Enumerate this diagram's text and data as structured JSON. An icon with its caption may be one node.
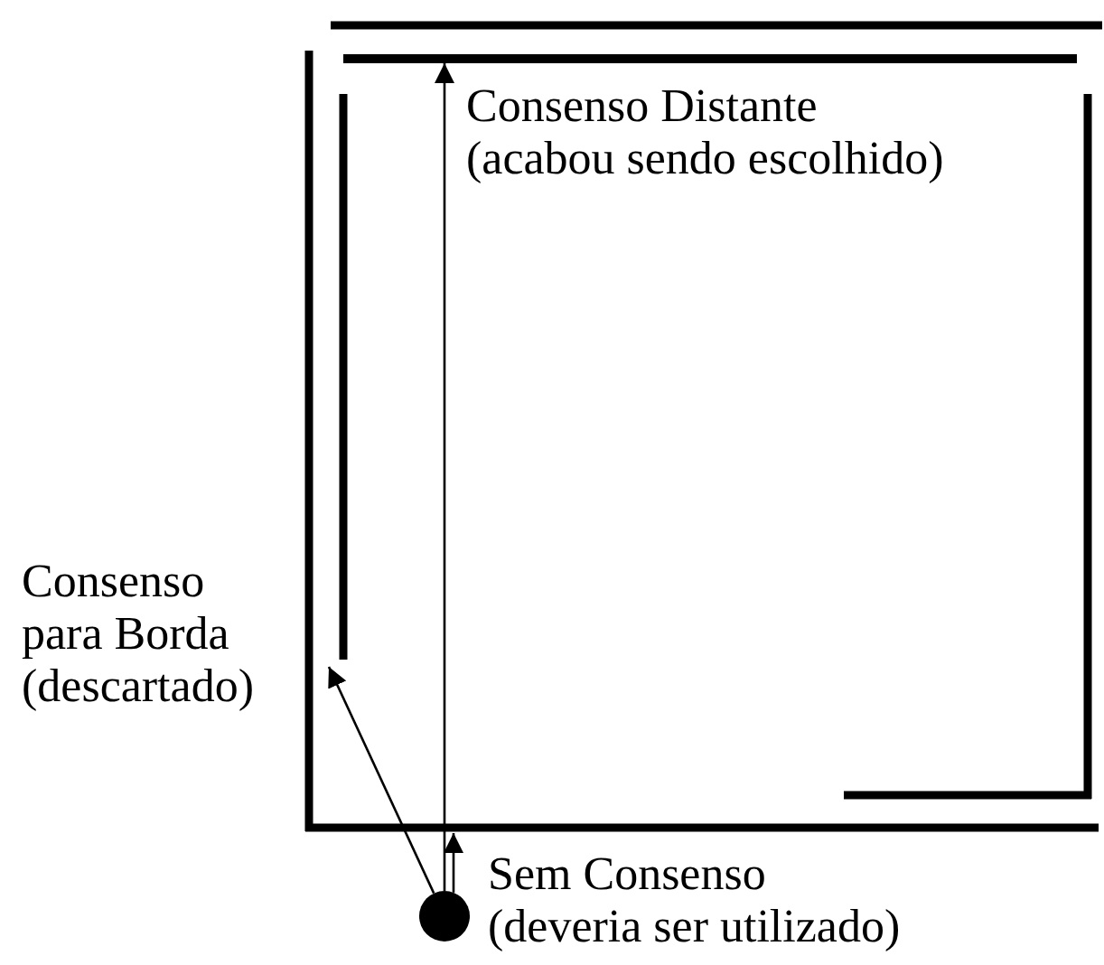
{
  "diagram": {
    "nodes": [
      {
        "text": [],
        "shape": "bar"
      },
      {
        "text": [],
        "shape": "circle"
      }
    ],
    "edges": [
      {
        "from": 1,
        "to": 0,
        "arrow": "to"
      },
      {
        "from": 1,
        "to": null,
        "arrow": "to"
      },
      {
        "from": 1,
        "to": null,
        "arrow": "to"
      }
    ],
    "labels": [
      "Consenso Distante",
      "(acabou sendo escolhido)",
      "Consenso para Borda",
      "(descartado)",
      "Sem Consenso",
      "(deveria ser utilizado)"
    ]
  }
}
